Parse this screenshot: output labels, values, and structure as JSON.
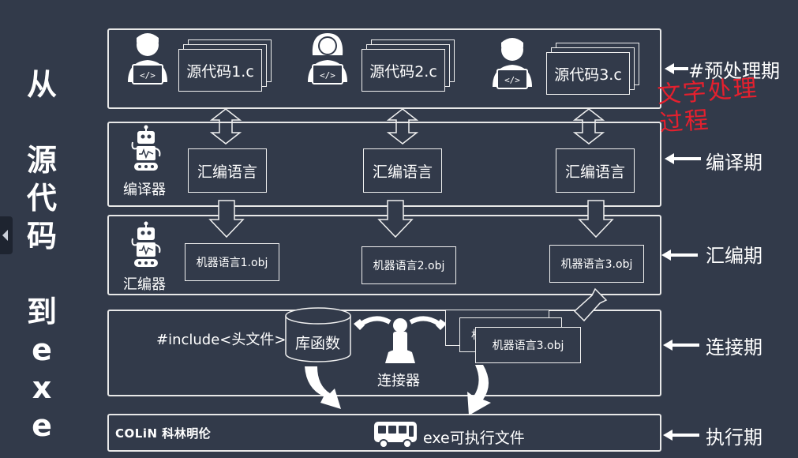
{
  "title_chars": [
    "从",
    "源",
    "代",
    "码",
    "到",
    "e",
    "x",
    "e"
  ],
  "sources": [
    {
      "label": "源代码1.c"
    },
    {
      "label": "源代码2.c"
    },
    {
      "label": "源代码3.c"
    }
  ],
  "compile": {
    "tool_label": "编译器",
    "items": [
      "汇编语言",
      "汇编语言",
      "汇编语言"
    ]
  },
  "assemble": {
    "tool_label": "汇编器",
    "items": [
      "机器语言1.obj",
      "机器语言2.obj",
      "机器语言3.obj"
    ]
  },
  "link": {
    "include_label": "#include<头文件>",
    "library_label": "库函数",
    "tool_label": "连接器",
    "stack_front": "机器语言3.obj",
    "stack_peek": "机"
  },
  "execute": {
    "brand": "COLiN 科林明伦",
    "output_label": "exe可执行文件"
  },
  "phases": [
    "#预处理期",
    "编译期",
    "汇编期",
    "连接期",
    "执行期"
  ],
  "handwritten_note": "文字处理过程",
  "colors": {
    "background": "#323a4a",
    "line": "#f0f0f0",
    "note": "#e5202e"
  }
}
